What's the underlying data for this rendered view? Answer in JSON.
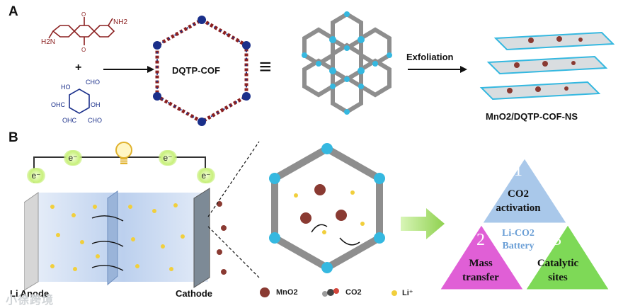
{
  "panel_a": {
    "letter": "A",
    "reactant_amine": {
      "left_group": "H2N",
      "right_group": "NH2"
    },
    "plus": "+",
    "reactant_aldehyde": {
      "groups": [
        "HO",
        "CHO",
        "OHC",
        "OH",
        "OHC",
        "CHO"
      ]
    },
    "cof_label": "DQTP-COF",
    "equiv": "≡",
    "exfoliation_label": "Exfoliation",
    "nanosheet_label": "MnO2/DQTP-COF-NS"
  },
  "panel_b": {
    "letter": "B",
    "electron_label": "e⁻",
    "anode_label": "Li Anode",
    "cathode_label": "Cathode",
    "legend": [
      {
        "name": "mno2",
        "label": "MnO2",
        "color": "#8a3a32"
      },
      {
        "name": "co2",
        "label": "CO2",
        "color": "#9c9c9c"
      },
      {
        "name": "li",
        "label": "Li⁺",
        "color": "#f1cf3c"
      }
    ],
    "triangle": {
      "center_text_1": "Li-CO2",
      "center_text_2": "Battery",
      "top": {
        "number": "1",
        "line1": "CO2",
        "line2": "activation",
        "color": "#a9c8ea"
      },
      "left": {
        "number": "2",
        "line1": "Mass",
        "line2": "transfer",
        "color": "#e05fd6"
      },
      "right": {
        "number": "3",
        "line1": "Catalytic",
        "line2": "sites",
        "color": "#7ed957"
      }
    }
  },
  "watermark": "小徐跨境",
  "colors": {
    "cof_cyan": "#35b8e0",
    "cof_gray": "#8e8e8e",
    "arrow_green": "#8fd14f",
    "wire": "#333333"
  }
}
